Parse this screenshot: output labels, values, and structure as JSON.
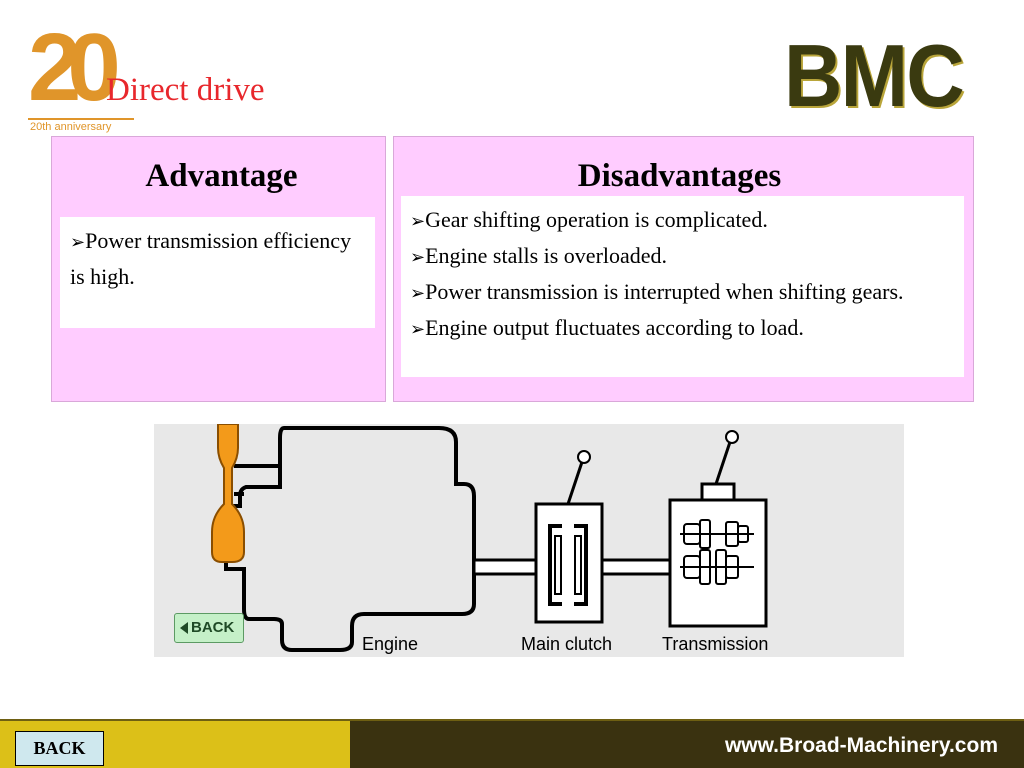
{
  "logo": {
    "number": "20",
    "subtitle": "20th anniversary"
  },
  "title": "Direct drive",
  "brand": "BMC",
  "advantage": {
    "heading": "Advantage",
    "items": [
      "Power transmission efficiency is high."
    ]
  },
  "disadvantages": {
    "heading": "Disadvantages",
    "items": [
      "Gear shifting operation is complicated.",
      "Engine stalls is overloaded.",
      "Power transmission is interrupted when shifting gears.",
      "Engine output fluctuates according to load."
    ]
  },
  "diagram": {
    "labels": {
      "engine": "Engine",
      "clutch": "Main clutch",
      "transmission": "Transmission"
    },
    "back_button": "BACK"
  },
  "footer": {
    "back_label": "BACK",
    "url": "www.Broad-Machinery.com"
  },
  "colors": {
    "title": "#e8272c",
    "panel": "#ffccff",
    "logo": "#e0952a",
    "brand": "#3a3a10",
    "footer_left": "#dcc018",
    "footer_right": "#3a3210",
    "lever": "#f39a1a"
  }
}
